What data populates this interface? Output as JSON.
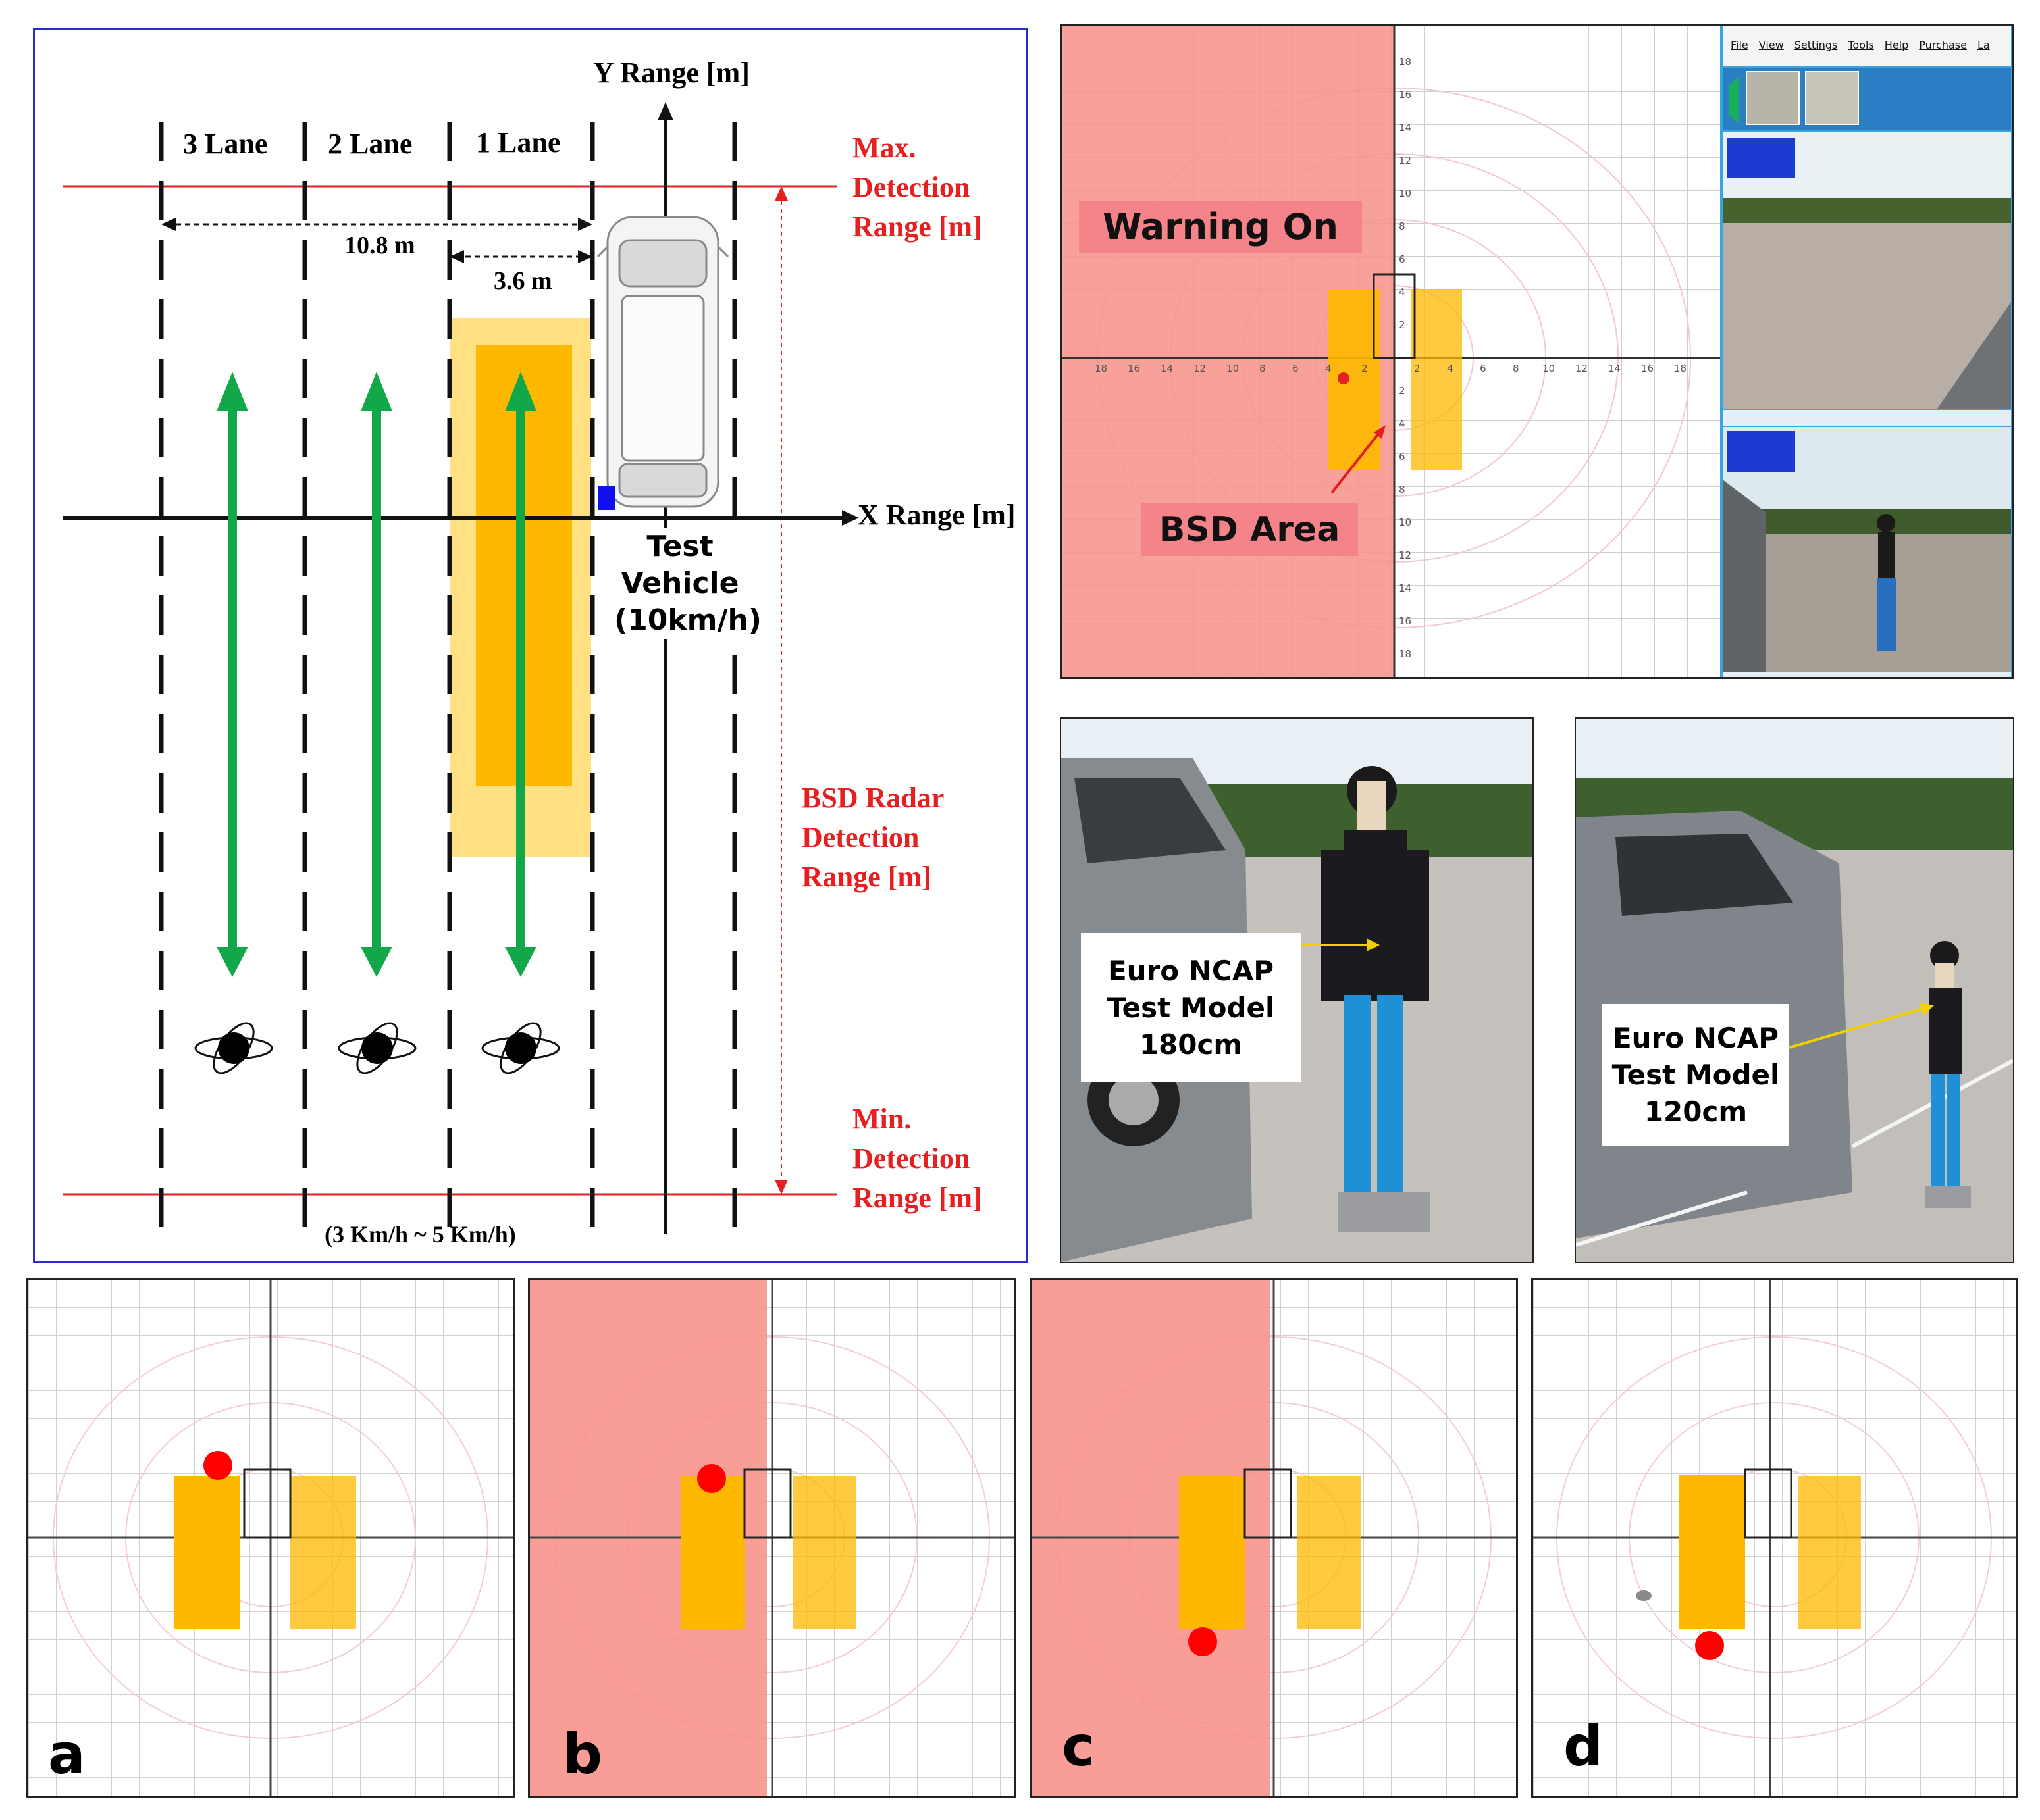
{
  "diagram": {
    "lanes": [
      "3 Lane",
      "2 Lane",
      "1 Lane"
    ],
    "y_axis_label": "Y Range [m]",
    "x_axis_label": "X Range [m]",
    "width_total": "10.8 m",
    "width_lane": "3.6 m",
    "max_label": [
      "Max.",
      "Detection",
      "Range [m]"
    ],
    "bsd_label": [
      "BSD Radar",
      "Detection",
      "Range [m]"
    ],
    "min_label": [
      "Min.",
      "Detection",
      "Range [m]"
    ],
    "vehicle_label": [
      "Test",
      "Vehicle",
      "(10km/h)"
    ],
    "speed_range": "(3 Km/h ~ 5 Km/h)"
  },
  "radar_screen": {
    "warning": "Warning On",
    "area": "BSD Area",
    "x_ticks": [
      "18",
      "16",
      "14",
      "12",
      "10",
      "8",
      "6",
      "4",
      "2",
      "2",
      "4",
      "6",
      "8",
      "10",
      "12",
      "14",
      "16",
      "18"
    ],
    "y_ticks_up": [
      "18",
      "16",
      "14",
      "12",
      "10",
      "8",
      "6",
      "4",
      "2"
    ],
    "y_ticks_down": [
      "2",
      "4",
      "6",
      "8",
      "10",
      "12",
      "14",
      "16",
      "18"
    ],
    "menu": [
      "File",
      "View",
      "Settings",
      "Tools",
      "Help",
      "Purchase",
      "La"
    ]
  },
  "photos": {
    "left_callout": [
      "Euro NCAP",
      "Test Model",
      "180cm"
    ],
    "right_callout": [
      "Euro NCAP",
      "Test Model",
      "120cm"
    ]
  },
  "panels": [
    {
      "label": "a",
      "warning": false,
      "target": "front"
    },
    {
      "label": "b",
      "warning": true,
      "target": "front"
    },
    {
      "label": "c",
      "warning": true,
      "target": "rear"
    },
    {
      "label": "d",
      "warning": false,
      "target": "rear"
    }
  ],
  "colors": {
    "lane_arrow": "#12a84a",
    "bsd_zone": "#ffb800",
    "bsd_halo": "#ffe082",
    "warning_fill": "#f7938c",
    "axis_red": "#e62020",
    "frame_blue": "#2a2ad0"
  }
}
